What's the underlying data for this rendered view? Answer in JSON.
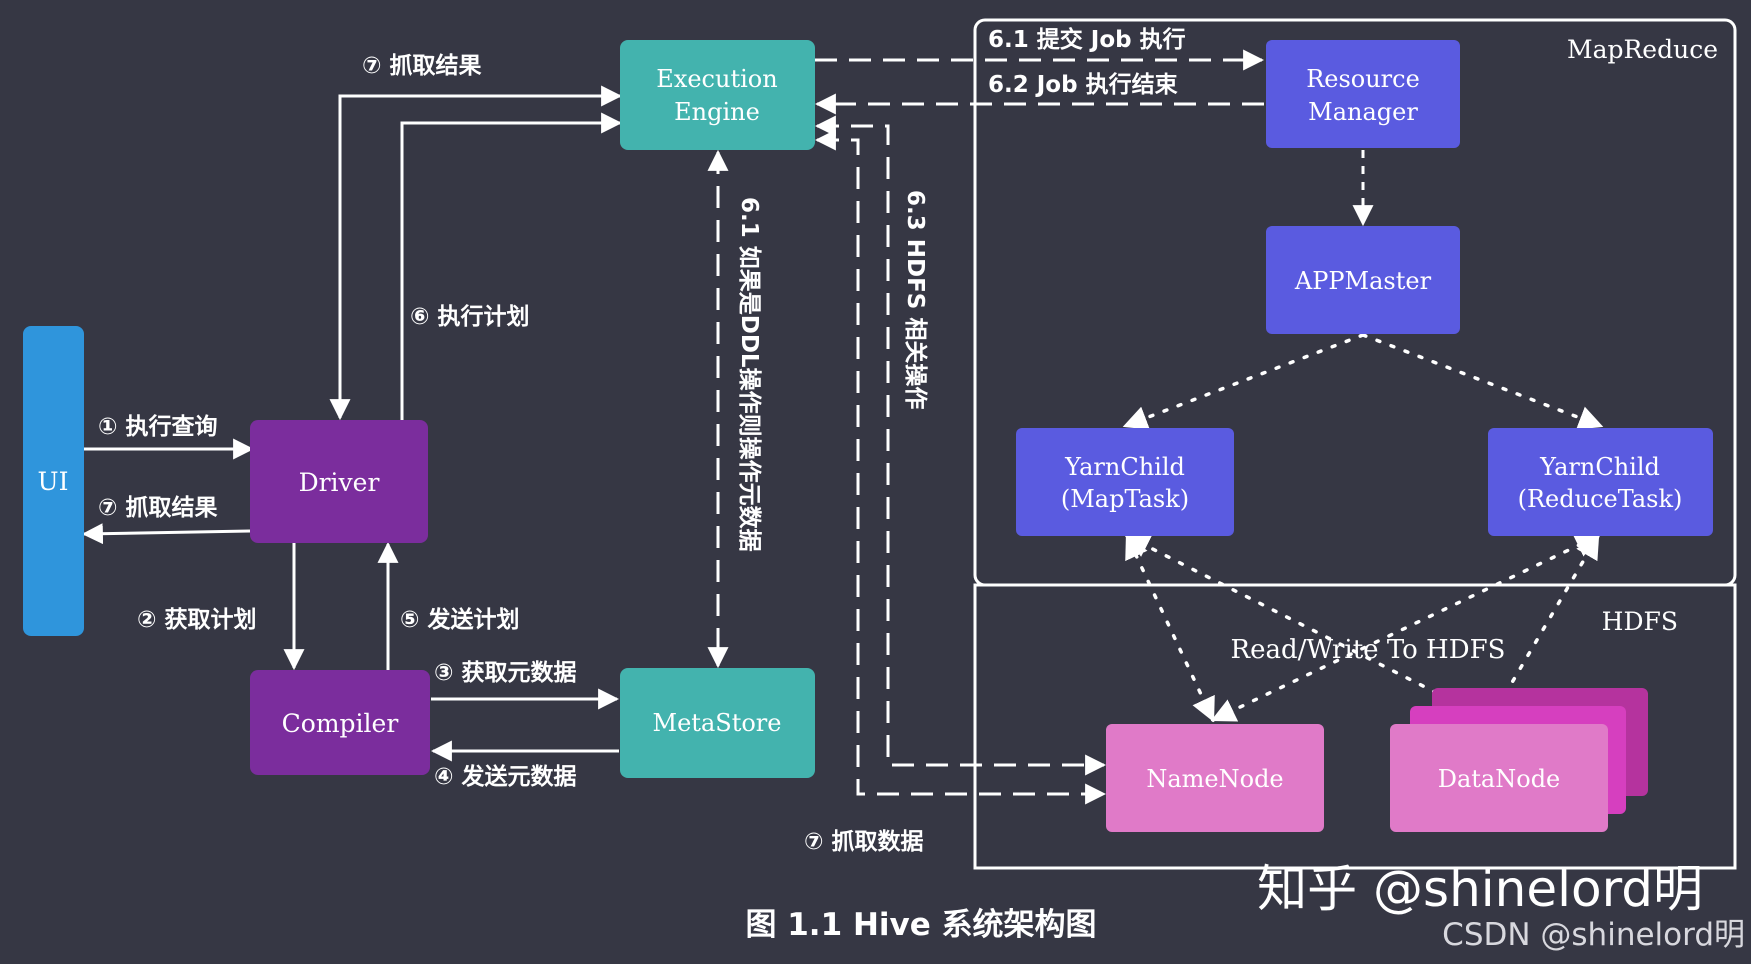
{
  "colors": {
    "background": "#363744",
    "teal": "#43b3ae",
    "blue": "#2f95dc",
    "purple": "#7b2d9d",
    "indigo": "#5a5be0",
    "pink": "#e07ac8",
    "magenta": "#d63fbf",
    "line": "#ffffff"
  },
  "nodes": {
    "ui": "UI",
    "driver": "Driver",
    "compiler": "Compiler",
    "exec_line1": "Execution",
    "exec_line2": "Engine",
    "metastore": "MetaStore",
    "rm_line1": "Resource",
    "rm_line2": "Manager",
    "appmaster": "APPMaster",
    "map_line1": "YarnChild",
    "map_line2": "(MapTask)",
    "reduce_line1": "YarnChild",
    "reduce_line2": "(ReduceTask)",
    "namenode": "NameNode",
    "datanode": "DataNode"
  },
  "regions": {
    "mapreduce": "MapReduce",
    "hdfs": "HDFS"
  },
  "labels": {
    "exec_query": "① 执行查询",
    "fetch_result_ui": "⑦ 抓取结果",
    "fetch_result_top": "⑦ 抓取结果",
    "exec_plan": "⑥ 执行计划",
    "get_plan": "② 获取计划",
    "send_plan": "⑤ 发送计划",
    "get_meta": "③ 获取元数据",
    "send_meta": "④ 发送元数据",
    "fetch_data": "⑦ 抓取数据",
    "submit_job": "6.1 提交 Job 执行",
    "job_done": "6.2 Job 执行结束",
    "ddl_meta": "6.1 如果是DDL操作则操作元数据",
    "hdfs_ops": "6.3 HDFS 相关操作",
    "read_write": "Read/Write To HDFS"
  },
  "caption": "图 1.1 Hive 系统架构图",
  "watermark_zhihu": "知乎 @shinelord明",
  "watermark_csdn": "CSDN @shinelord明"
}
